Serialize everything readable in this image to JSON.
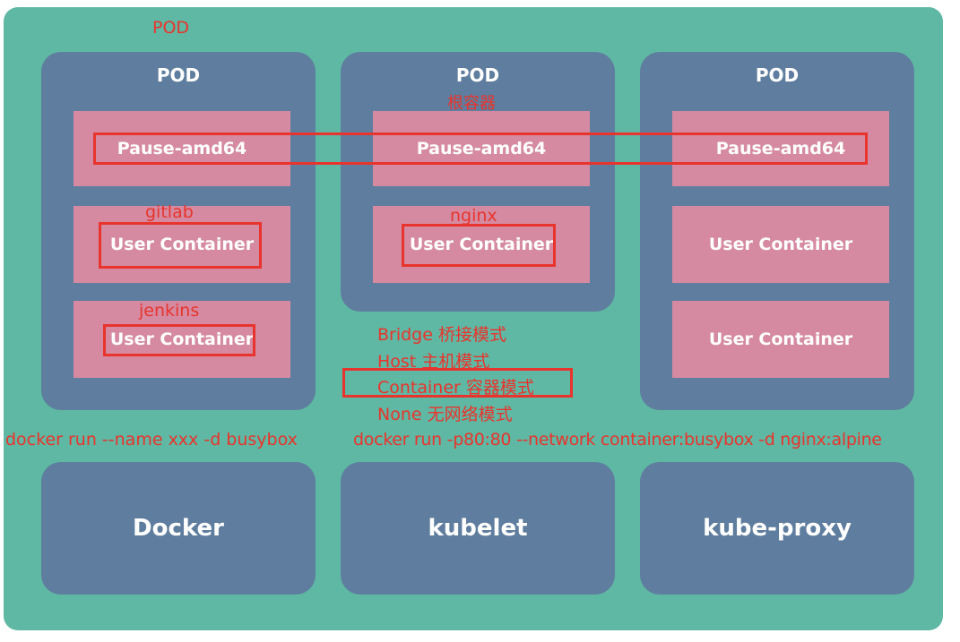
{
  "outer_label": "POD",
  "pods": [
    {
      "title": "POD",
      "pause": "Pause-amd64",
      "containers": [
        "User Container",
        "User Container"
      ]
    },
    {
      "title": "POD",
      "pause": "Pause-amd64",
      "containers": [
        "User Container"
      ]
    },
    {
      "title": "POD",
      "pause": "Pause-amd64",
      "containers": [
        "User Container",
        "User Container"
      ]
    }
  ],
  "annotations": {
    "root_container": "根容器",
    "gitlab": "gitlab",
    "jenkins": "jenkins",
    "nginx": "nginx",
    "network_modes": [
      "Bridge 桥接模式",
      "Host 主机模式",
      "Container 容器模式",
      "None 无网络模式"
    ],
    "cmd_left": "docker run --name xxx -d busybox",
    "cmd_right": "docker run -p80:80  --network container:busybox -d nginx:alpine"
  },
  "components": [
    "Docker",
    "kubelet",
    "kube-proxy"
  ],
  "colors": {
    "background": "#5fb8a4",
    "box": "#5f7d9e",
    "cell": "#d58aa1",
    "annotation": "#e8342c"
  }
}
